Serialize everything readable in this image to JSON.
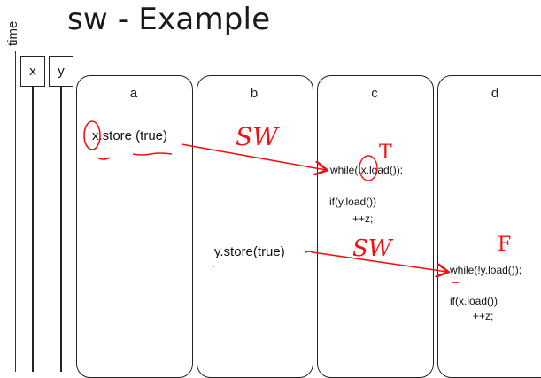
{
  "title": "sw - Example",
  "time_label": "time",
  "variables": [
    "x",
    "y"
  ],
  "columns": [
    {
      "label": "a",
      "code": [
        "x.store (true)"
      ]
    },
    {
      "label": "b",
      "code": [
        "y.store(true)"
      ]
    },
    {
      "label": "c",
      "code": [
        "while(!x.load());",
        "if(y.load())",
        "++z;"
      ]
    },
    {
      "label": "d",
      "code": [
        "while(!y.load());",
        "if(x.load())",
        "++z;"
      ]
    }
  ],
  "annotations": {
    "sw_1": "SW",
    "sw_2": "SW",
    "t_mark": "T",
    "f_mark": "F"
  },
  "colors": {
    "annotation": "#e11111",
    "line": "#222222"
  }
}
